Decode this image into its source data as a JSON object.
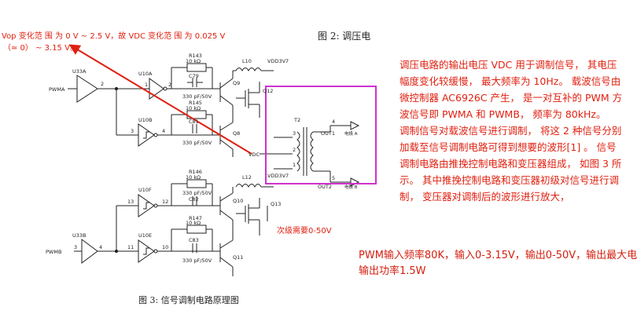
{
  "annotation": {
    "line1": "Vop 变化范 围 为 0 V ~ 2.5 V，故 VDC 变化范 围 为 0.025 V",
    "line2": "（≈ 0） ~ 3.15 V。",
    "secondary_note": "次级需要0-50V"
  },
  "figure_captions": {
    "fig2": "图 2:  调压电",
    "fig3": "图 3:  信号调制电路原理图"
  },
  "right_paragraph": [
    "调压电路的输出电压 VDC 用于调制信号， 其电压",
    "幅度变化较缓慢， 最大频率为 10Hz。 载波信号由",
    "微控制器 AC6926C 产生， 是一对互补的 PWM 方",
    "波信号即 PWMA 和 PWMB， 频率为 80kHz。",
    "调制信号对载波信号进行调制， 将这 2 种信号分别",
    "加载至信号调制电路可得到想要的波形[1] 。 信号",
    "调制电路由推挽控制电路和变压器组成， 如图 3 所",
    "示。 其中推挽控制电路和变压器初级对信号进行调",
    "制，  变压器对调制后的波形进行放大，"
  ],
  "pwm_note": {
    "line1": "PWM输入频率80K，输入0-3.15V，输出0-50V，输出最大电",
    "line2": "输出功率1.5W"
  },
  "schematic_labels": {
    "pwma": "PWMA",
    "pwmb": "PWMB",
    "u33a": "U33A",
    "u33b": "U33B",
    "u10a": "U10A",
    "u10b": "U10B",
    "u10f": "U10F",
    "u10e": "U10E",
    "r143": "R143",
    "r145": "R145",
    "r146": "R146",
    "r147": "R147",
    "ten_k": "10 kΩ",
    "c79": "C79",
    "c81": "C81",
    "c82": "C82",
    "c83": "C83",
    "cap_val": "330 pF/50V",
    "q9": "Q9",
    "q8": "Q8",
    "q10": "Q10",
    "q11": "Q11",
    "q12": "Q12",
    "q13": "Q13",
    "l10": "L10",
    "l12": "L12",
    "vdd3v7": "VDD3V7",
    "vdc": "VDC",
    "t2": "T2",
    "out1": "OUT1",
    "out2": "OUT2",
    "electrode_a": "电极 A",
    "electrode_b": "电极 B",
    "pin1": "1",
    "pin2": "2",
    "pin3": "3",
    "pin4": "4",
    "pin5": "5",
    "pin11": "11",
    "pin12": "12",
    "pin13": "13"
  },
  "colors": {
    "annotation_red": "#e02010",
    "box_magenta": "#cc33cc",
    "schematic_ink": "#222222"
  }
}
